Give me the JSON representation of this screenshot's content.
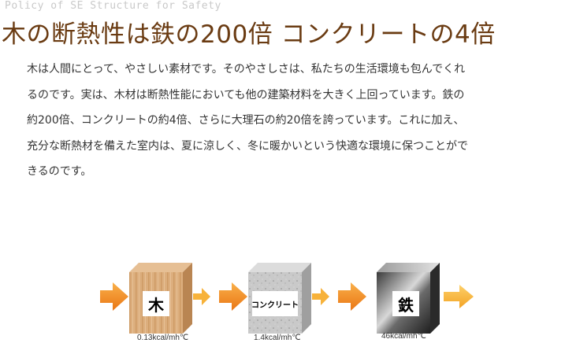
{
  "header": {
    "eyebrow": "Policy of SE Structure for Safety",
    "title": "木の断熱性は鉄の200倍 コンクリートの4倍"
  },
  "body": {
    "lines": [
      "木は人間にとって、やさしい素材です。そのやさしさは、私たちの生活環境も包んでくれ",
      "るのです。実は、木材は断熱性能においても他の建築材料を大きく上回っています。鉄の",
      "約200倍、コンクリートの約4倍、さらに大理石の約20倍を誇っています。これに加え、",
      "充分な断熱材を備えた室内は、夏に涼しく、冬に暖かいという快適な環境に保つことがで",
      "きるのです。"
    ]
  },
  "diagram": {
    "arrow_color": "#f08a1c",
    "arrow_light_color": "#f7b23a",
    "materials": [
      {
        "label": "木",
        "value": "0.13kcal/mh℃",
        "material": "wood"
      },
      {
        "label": "コンクリート",
        "value": "1.4kcal/mh℃",
        "material": "concrete"
      },
      {
        "label": "鉄",
        "value": "46kcal/mh℃",
        "material": "steel"
      }
    ]
  }
}
